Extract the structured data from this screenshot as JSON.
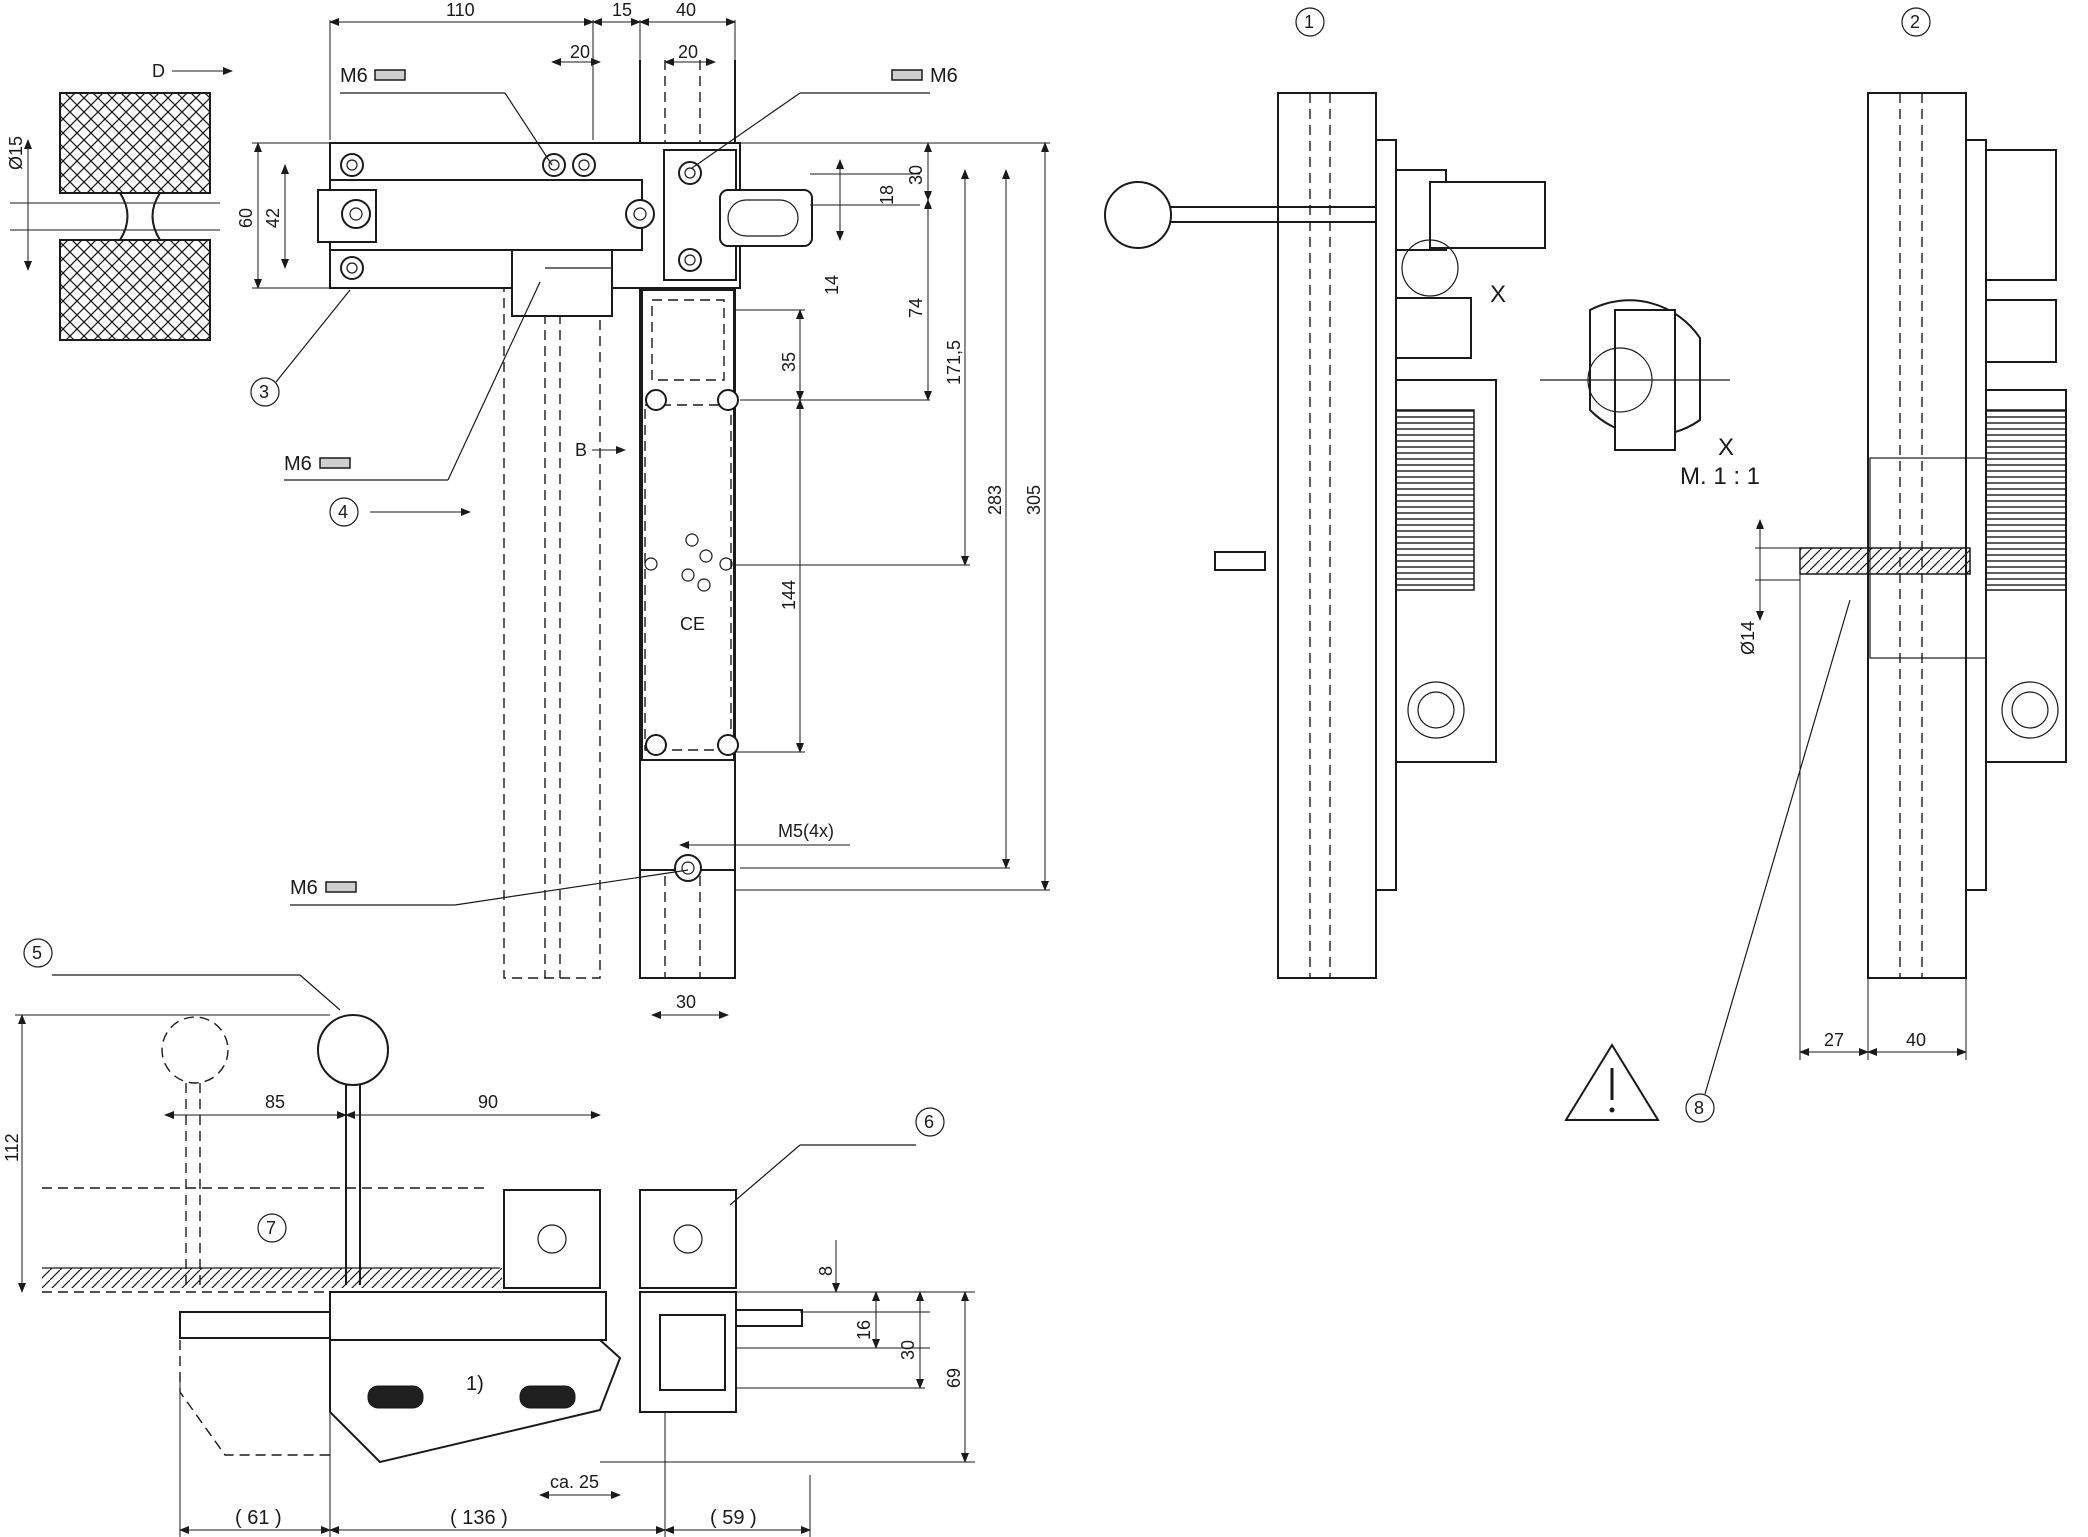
{
  "dims": {
    "d110": "110",
    "d15": "15",
    "d40": "40",
    "d20a": "20",
    "d20b": "20",
    "d60": "60",
    "d42": "42",
    "d30a": "30",
    "d18": "18",
    "d14": "14",
    "d74": "74",
    "d1715": "171,5",
    "d283": "283",
    "d305": "305",
    "d35": "35",
    "d144": "144",
    "dM5": "M5(4x)",
    "d30b": "30",
    "d112": "112",
    "d85": "85",
    "d90": "90",
    "d8": "8",
    "d16": "16",
    "d30c": "30",
    "d69": "69",
    "dca25": "ca. 25",
    "d61": "( 61 )",
    "d136": "( 136 )",
    "d59": "( 59 )",
    "d27": "27",
    "d40b": "40",
    "o15": "Ø15",
    "o14": "Ø14"
  },
  "labels": {
    "m6_a": "M6",
    "m6_b": "M6",
    "m6_c": "M6",
    "m6_d": "M6",
    "arrow_d": "D",
    "arrow_b": "B",
    "x_mark": "X",
    "x_detail": "X",
    "scale": "M. 1 : 1",
    "note1": "1)",
    "ce": "CE"
  },
  "callouts": {
    "c1": "1",
    "c2": "2",
    "c3": "3",
    "c4": "4",
    "c5": "5",
    "c6": "6",
    "c7": "7",
    "c8": "8"
  }
}
